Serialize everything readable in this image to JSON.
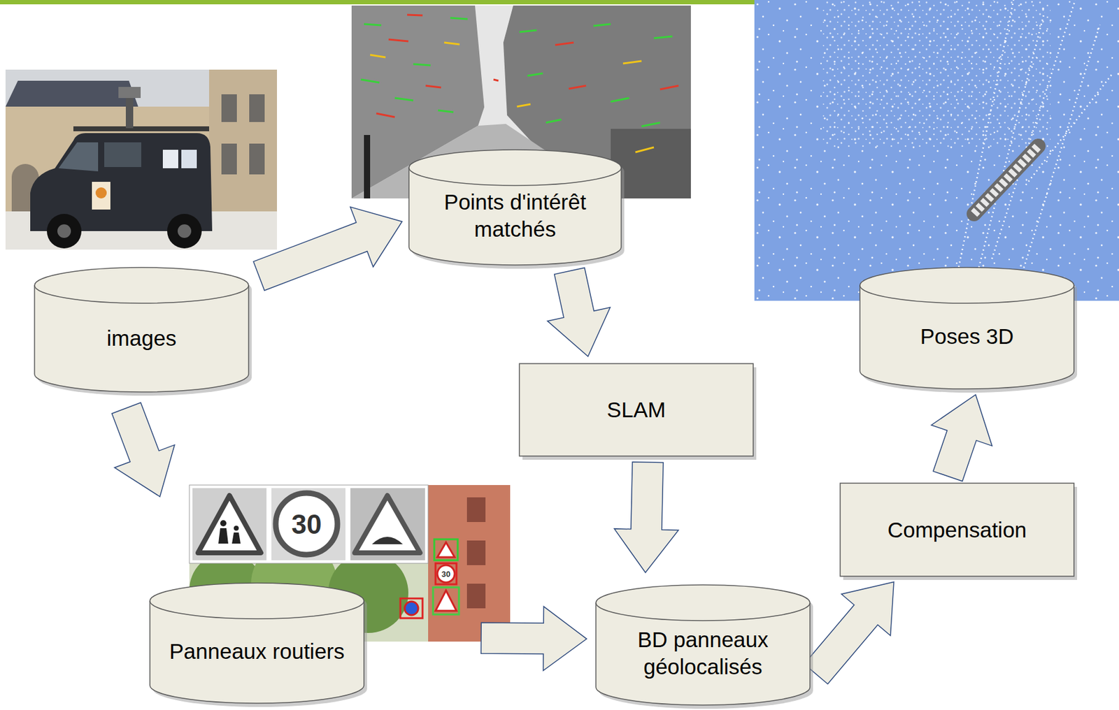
{
  "diagram": {
    "nodes": [
      {
        "text": [
          "images"
        ]
      },
      {
        "text": [
          "Points d'intérêt matchés"
        ]
      },
      {
        "text": [
          "SLAM"
        ]
      },
      {
        "text": [
          "Panneaux routiers"
        ]
      },
      {
        "text": [
          "BD panneaux géolocalisés"
        ]
      },
      {
        "text": [
          "Compensation"
        ]
      },
      {
        "text": [
          "Poses 3D"
        ]
      }
    ],
    "edges": [
      {
        "from": 0,
        "to": 1,
        "arrow": "to"
      },
      {
        "from": 1,
        "to": 2,
        "arrow": "to"
      },
      {
        "from": 0,
        "to": 3,
        "arrow": "to"
      },
      {
        "from": 2,
        "to": 4,
        "arrow": "to"
      },
      {
        "from": 3,
        "to": 4,
        "arrow": "to"
      },
      {
        "from": 4,
        "to": 5,
        "arrow": "to"
      },
      {
        "from": 5,
        "to": 6,
        "arrow": "to"
      }
    ],
    "labels": [
      "30",
      "30"
    ]
  }
}
